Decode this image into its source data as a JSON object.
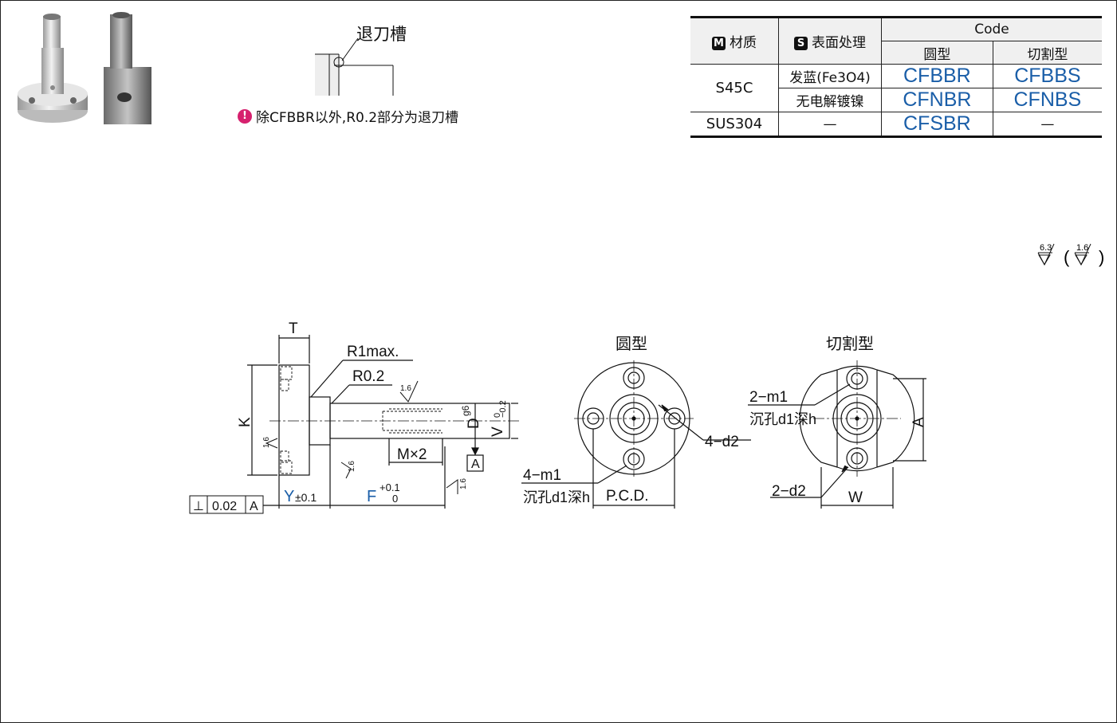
{
  "groove_label": "退刀槽",
  "note": {
    "icon": "exclamation-icon",
    "text": "除CFBBR以外,R0.2部分为退刀槽"
  },
  "table": {
    "header": {
      "material_badge": "M",
      "material": "材质",
      "surface_badge": "S",
      "surface": "表面处理",
      "code": "Code",
      "round": "圆型",
      "cut": "切割型"
    },
    "rows": [
      {
        "material": "S45C",
        "surface": "发蓝(Fe3O4)",
        "round": "CFBBR",
        "cut": "CFBBS"
      },
      {
        "material": "",
        "surface": "无电解镀镍",
        "round": "CFNBR",
        "cut": "CFNBS"
      },
      {
        "material": "SUS304",
        "surface": "—",
        "round": "CFSBR",
        "cut": "—"
      }
    ]
  },
  "roughness": {
    "main": "6.3",
    "other": "1.6"
  },
  "drawing": {
    "side": {
      "T": "T",
      "K": "K",
      "R1max": "R1max.",
      "R02": "R0.2",
      "rough": "1.6",
      "D": "D",
      "D_tol": "g6",
      "V": "V",
      "V_tol_upper": "0",
      "V_tol_lower": "−0.2",
      "datum": "A",
      "MX2": "M×2",
      "Y": "Y",
      "Y_tol": "±0.1",
      "F": "F",
      "F_tol_upper": "+0.1",
      "F_tol_lower": "0",
      "perp_symbol": "⊥",
      "perp_value": "0.02",
      "perp_datum": "A"
    },
    "round": {
      "title": "圆型",
      "d2": "4−d2",
      "m1": "4−m1",
      "counterbore": "沉孔d1深h",
      "pcd": "P.C.D."
    },
    "cut": {
      "title": "切割型",
      "m1": "2−m1",
      "counterbore": "沉孔d1深h",
      "d2": "2−d2",
      "A": "A",
      "W": "W"
    }
  }
}
